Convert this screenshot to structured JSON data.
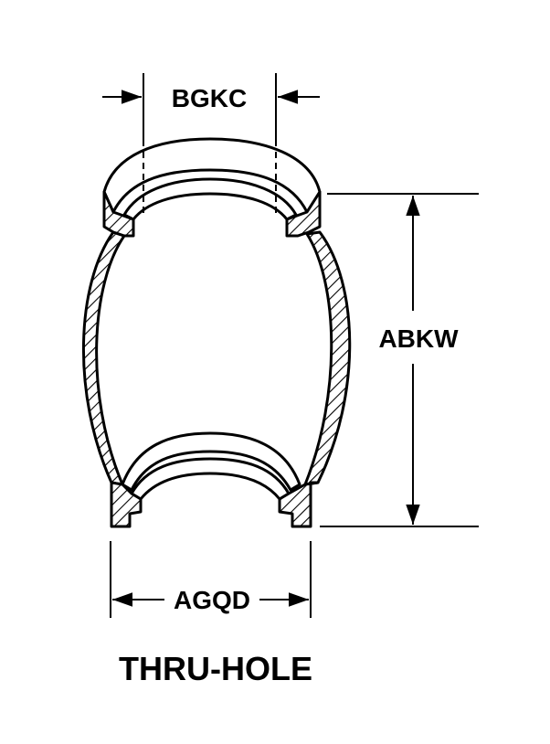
{
  "dimensions": {
    "top_width": "BGKC",
    "height": "ABKW",
    "bottom_width": "AGQD"
  },
  "caption": "THRU-HOLE",
  "colors": {
    "ink": "#000000",
    "background": "#ffffff"
  }
}
